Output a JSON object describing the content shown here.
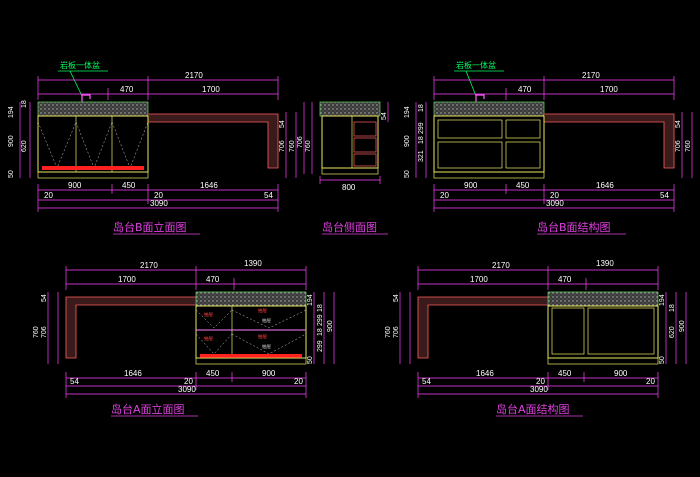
{
  "colors": {
    "background": "#000000",
    "dimension_line": "#ff40ff",
    "cabinet_outline": "#e8e860",
    "counter_outline": "#ff6060",
    "stone_top": "#6a6a6a",
    "title": "#e040e0",
    "note": "#00ff60"
  },
  "views": {
    "b_elevation": {
      "title": "岛台B面立面图",
      "note": "岩板一体盆",
      "top_dims": [
        "2170",
        "470",
        "1700"
      ],
      "bottom_dims": [
        "900",
        "450",
        "1646",
        "20",
        "20",
        "54",
        "3090"
      ],
      "left_dims": [
        "194",
        "18",
        "900",
        "620",
        "50"
      ],
      "right_dims": [
        "54",
        "706",
        "760"
      ]
    },
    "side": {
      "title": "岛台侧面图",
      "bottom_dims": [
        "800"
      ],
      "left_dims": [
        "706",
        "760"
      ],
      "right_dims": [
        "54"
      ]
    },
    "b_structure": {
      "title": "岛台B面结构图",
      "note": "岩板一体盆",
      "top_dims": [
        "2170",
        "470",
        "1700"
      ],
      "bottom_dims": [
        "900",
        "450",
        "1646",
        "20",
        "20",
        "54",
        "3090"
      ],
      "left_dims": [
        "194",
        "18",
        "900",
        "299",
        "18",
        "321",
        "50"
      ],
      "right_dims": [
        "54",
        "706",
        "760"
      ]
    },
    "a_elevation": {
      "title": "岛台A面立面图",
      "top_dims": [
        "2170",
        "1390",
        "1700",
        "470"
      ],
      "bottom_dims": [
        "1646",
        "450",
        "900",
        "54",
        "3090",
        "20",
        "20"
      ],
      "left_dims": [
        "54",
        "706",
        "760"
      ],
      "right_dims": [
        "194",
        "18",
        "299",
        "18",
        "299",
        "50",
        "900"
      ],
      "labels": [
        "抽屉",
        "抽屉",
        "抽屉",
        "抽屉",
        "抽屉",
        "抽屉"
      ]
    },
    "a_structure": {
      "title": "岛台A面结构图",
      "top_dims": [
        "2170",
        "1390",
        "1700",
        "470"
      ],
      "bottom_dims": [
        "1646",
        "450",
        "900",
        "54",
        "3090",
        "20",
        "20"
      ],
      "left_dims": [
        "54",
        "706",
        "760"
      ],
      "right_dims": [
        "194",
        "18",
        "620",
        "50",
        "900"
      ]
    }
  }
}
